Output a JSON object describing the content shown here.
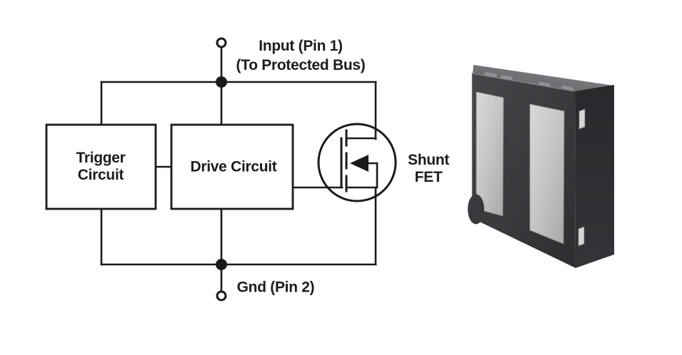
{
  "diagram": {
    "input_terminal": {
      "line1": "Input (Pin 1)",
      "line2": "(To Protected Bus)"
    },
    "ground_terminal": {
      "label": "Gnd (Pin 2)"
    },
    "blocks": {
      "trigger": {
        "line1": "Trigger",
        "line2": "Circuit"
      },
      "drive": {
        "label": "Drive Circuit"
      },
      "shunt_fet": {
        "line1": "Shunt",
        "line2": "FET"
      }
    },
    "colors": {
      "wire": "#1a1a1a",
      "box_fill": "#ffffff",
      "text": "#1c1c1c"
    }
  },
  "package": {
    "colors": {
      "body_front_light": "#46474a",
      "body_front_dark": "#2d2e31",
      "body_side": "#2b2c2f",
      "top_face_light": "#87888b",
      "top_face_dark": "#5e5f62",
      "pad_light": "#d8d9db",
      "pad_dark": "#a6a8aa",
      "side_terminal": "#d5d6d8",
      "top_mark": "#919295"
    }
  }
}
